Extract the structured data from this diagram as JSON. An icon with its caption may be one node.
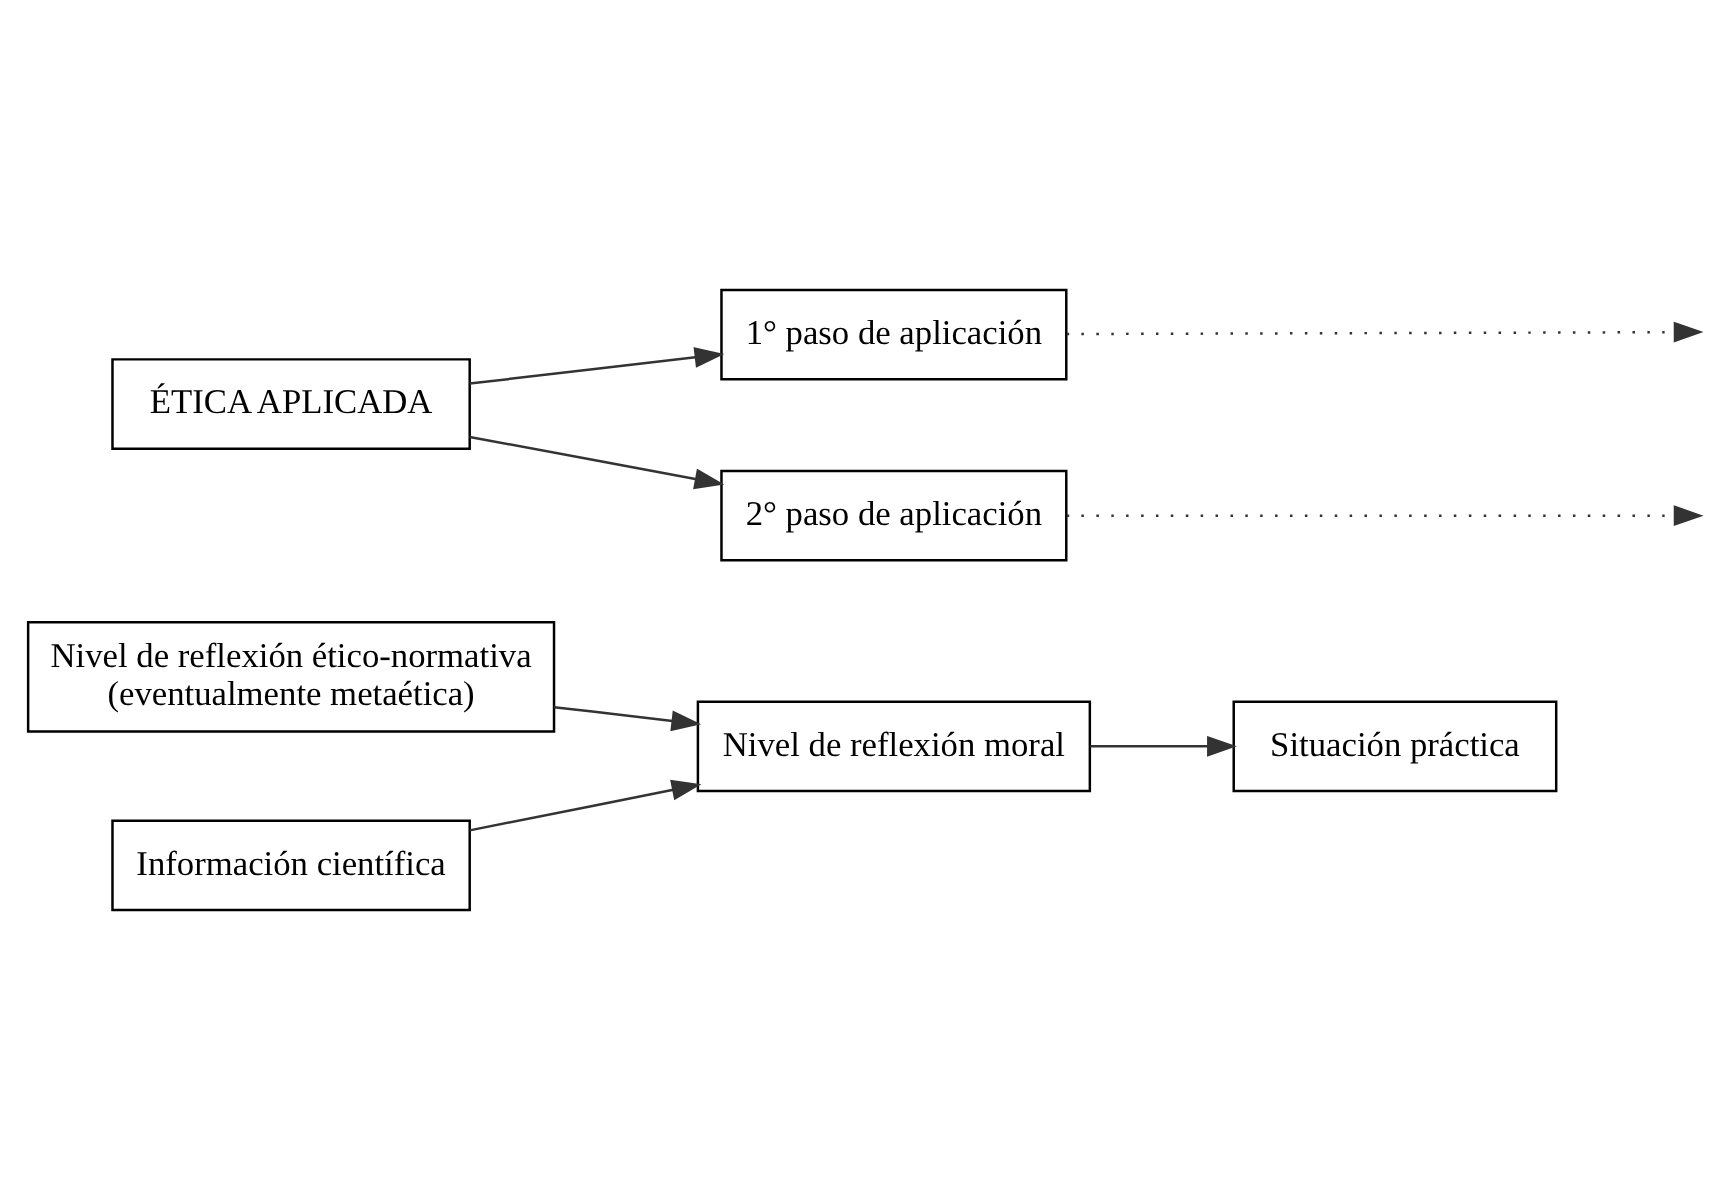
{
  "diagram": {
    "nodes": [
      {
        "text": [
          "Nivel de reflexión ético-normativa",
          "(eventualmente metaética)"
        ]
      },
      {
        "text": [
          "Información científica"
        ]
      },
      {
        "text": [
          "1° paso de aplicación"
        ]
      },
      {
        "text": [
          "Nivel de reflexión moral"
        ]
      },
      {
        "text": [
          "ÉTICA APLICADA"
        ]
      },
      {
        "text": [
          "2° paso de aplicación"
        ]
      },
      {
        "text": [
          "Situación práctica"
        ]
      }
    ],
    "edges": [
      {
        "from": 4,
        "to": 2,
        "arrow": "to"
      },
      {
        "from": 4,
        "to": 5,
        "arrow": "to"
      },
      {
        "from": 2,
        "to": null,
        "arrow": "to",
        "style": "dashed"
      },
      {
        "from": 5,
        "to": null,
        "arrow": "to",
        "style": "dashed"
      },
      {
        "from": 0,
        "to": 3,
        "arrow": "to"
      },
      {
        "from": 1,
        "to": 3,
        "arrow": "to"
      },
      {
        "from": 3,
        "to": 6,
        "arrow": "to"
      }
    ]
  }
}
